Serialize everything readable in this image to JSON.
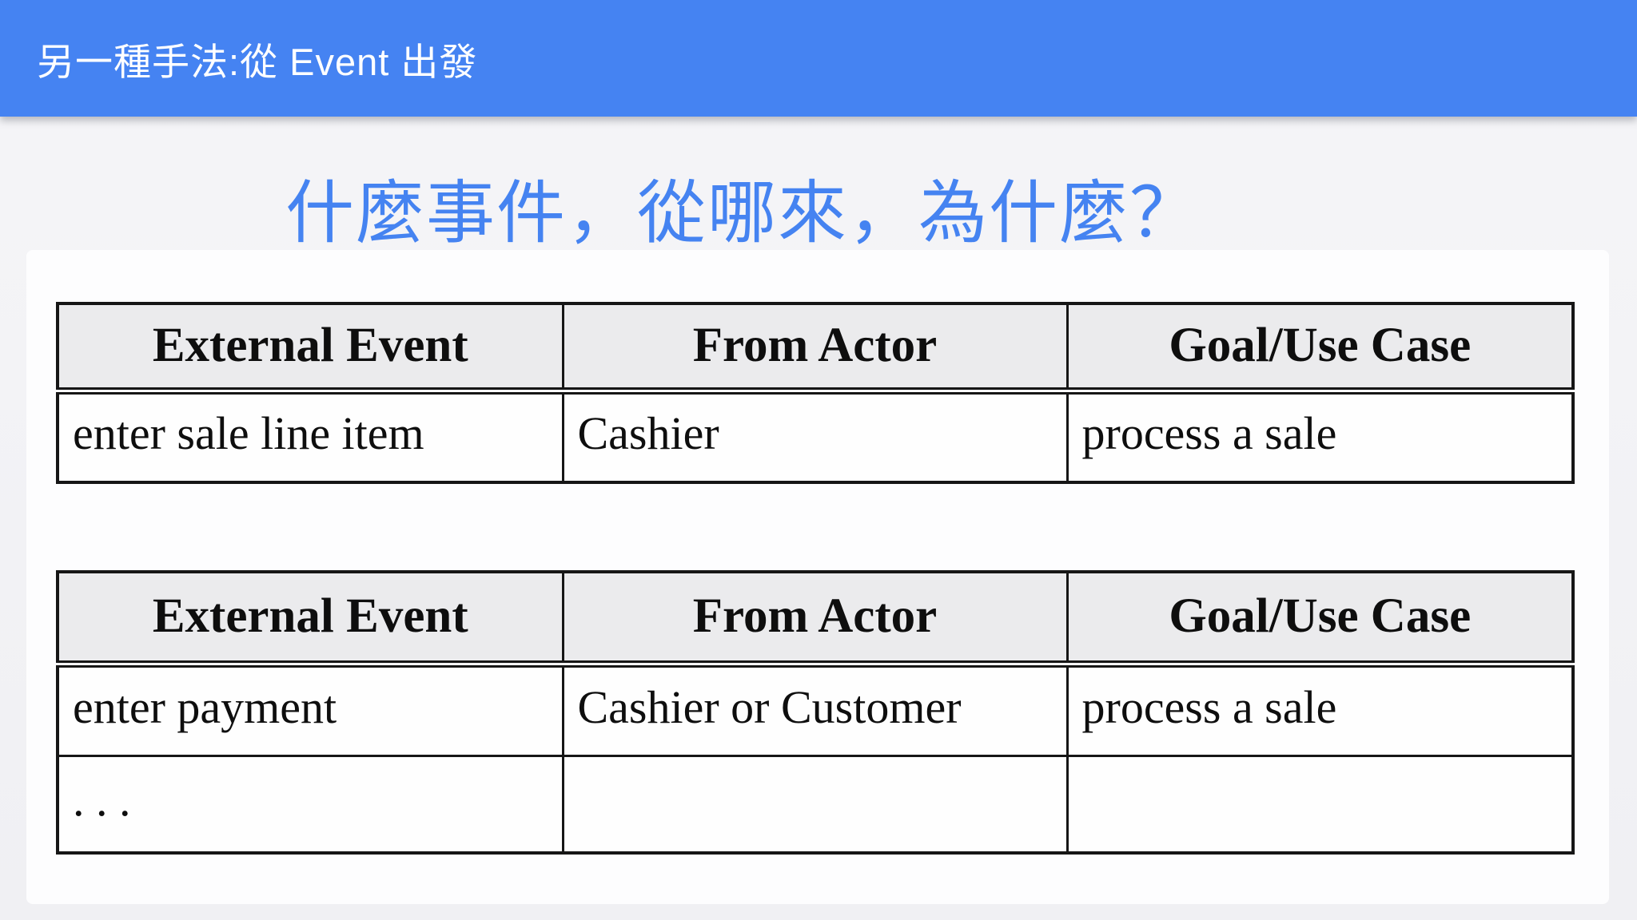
{
  "topbar": {
    "title": "另一種手法:從 Event 出發"
  },
  "slide": {
    "title": "什麼事件，從哪來，為什麼？"
  },
  "colors": {
    "accent_blue": "#4583f2",
    "topbar_text": "#ffffff",
    "page_background": "#f3f3f6",
    "card_background": "#fdfdfe",
    "table_header_background": "#ebebed",
    "table_border": "#161616",
    "table_text": "#0e0e0e"
  },
  "tables": [
    {
      "headers": [
        "External Event",
        "From Actor",
        "Goal/Use Case"
      ],
      "rows": [
        [
          "enter sale line item",
          "Cashier",
          "process a sale"
        ]
      ]
    },
    {
      "headers": [
        "External Event",
        "From Actor",
        "Goal/Use Case"
      ],
      "rows": [
        [
          "enter payment",
          "Cashier or Customer",
          "process a sale"
        ],
        [
          ". . .",
          "",
          ""
        ]
      ]
    }
  ]
}
